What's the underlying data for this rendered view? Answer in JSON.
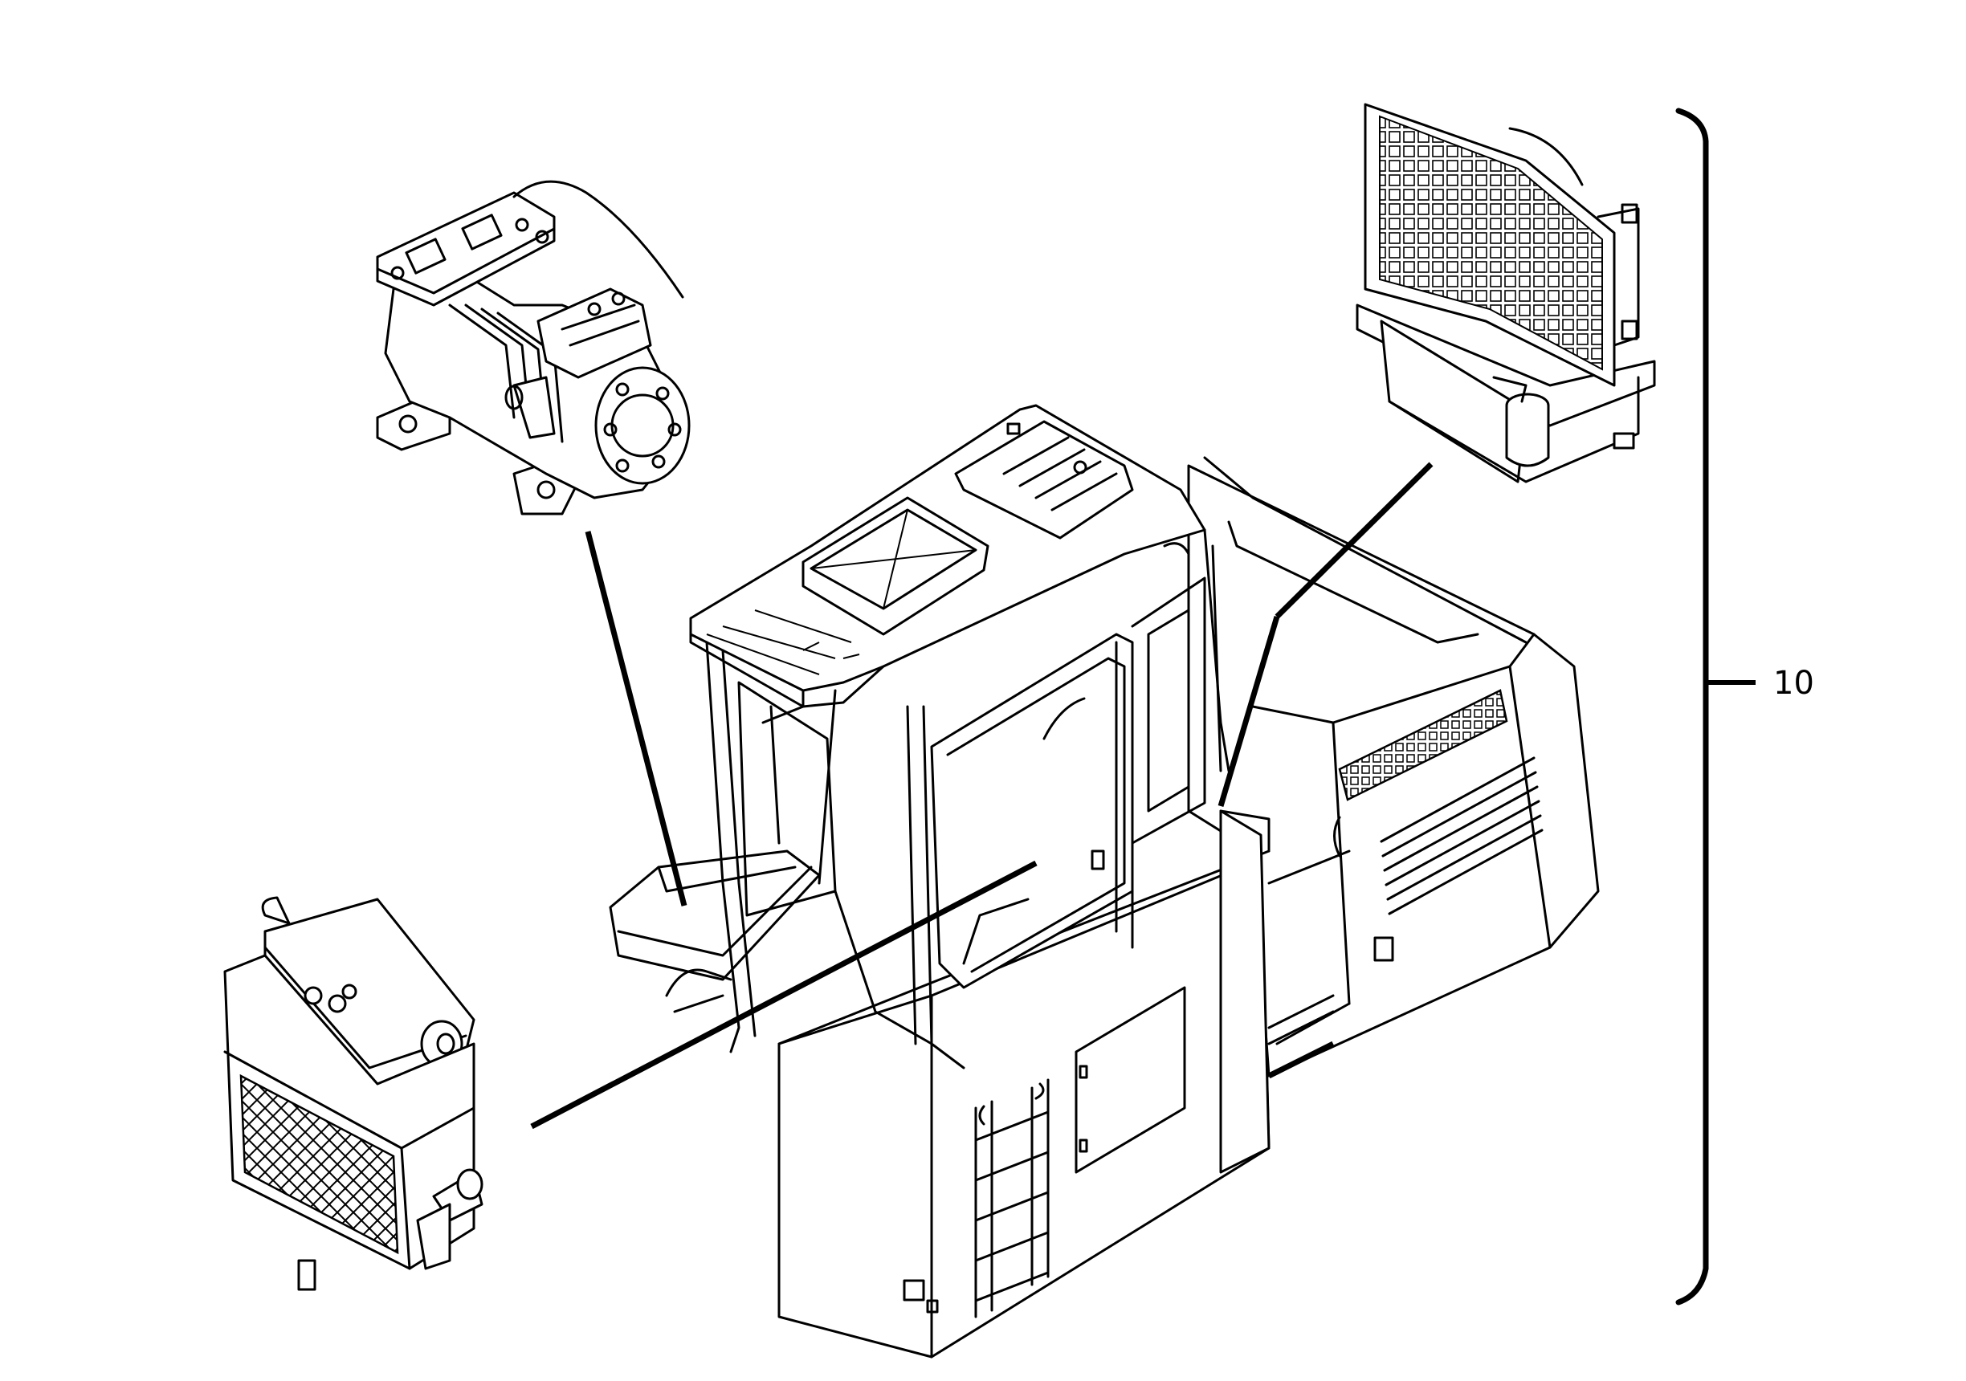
{
  "diagram": {
    "callouts": [
      {
        "id": "assembly",
        "label": "10"
      }
    ],
    "components": [
      {
        "id": "machine-upper-structure",
        "icon": "excavator-cab-structure"
      },
      {
        "id": "compressor",
        "icon": "ac-compressor"
      },
      {
        "id": "condenser",
        "icon": "condenser-unit"
      },
      {
        "id": "evaporator-heater",
        "icon": "evaporator-unit"
      }
    ]
  }
}
